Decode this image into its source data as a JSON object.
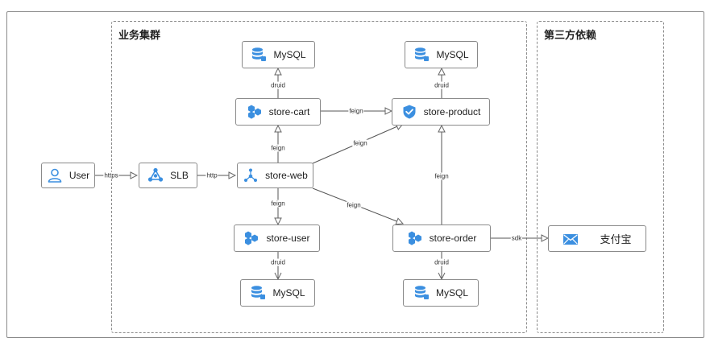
{
  "groups": {
    "business": "业务集群",
    "third_party": "第三方依赖"
  },
  "nodes": {
    "user": "User",
    "slb": "SLB",
    "store_web": "store-web",
    "store_cart": "store-cart",
    "store_product": "store-product",
    "store_user": "store-user",
    "store_order": "store-order",
    "mysql": "MySQL",
    "alipay": "支付宝"
  },
  "edges": {
    "https": "https",
    "http": "http",
    "feign": "feign",
    "druid": "druid",
    "sdk": "sdk"
  },
  "colors": {
    "icon_blue": "#3b8fe0",
    "border": "#8a8a8a"
  }
}
